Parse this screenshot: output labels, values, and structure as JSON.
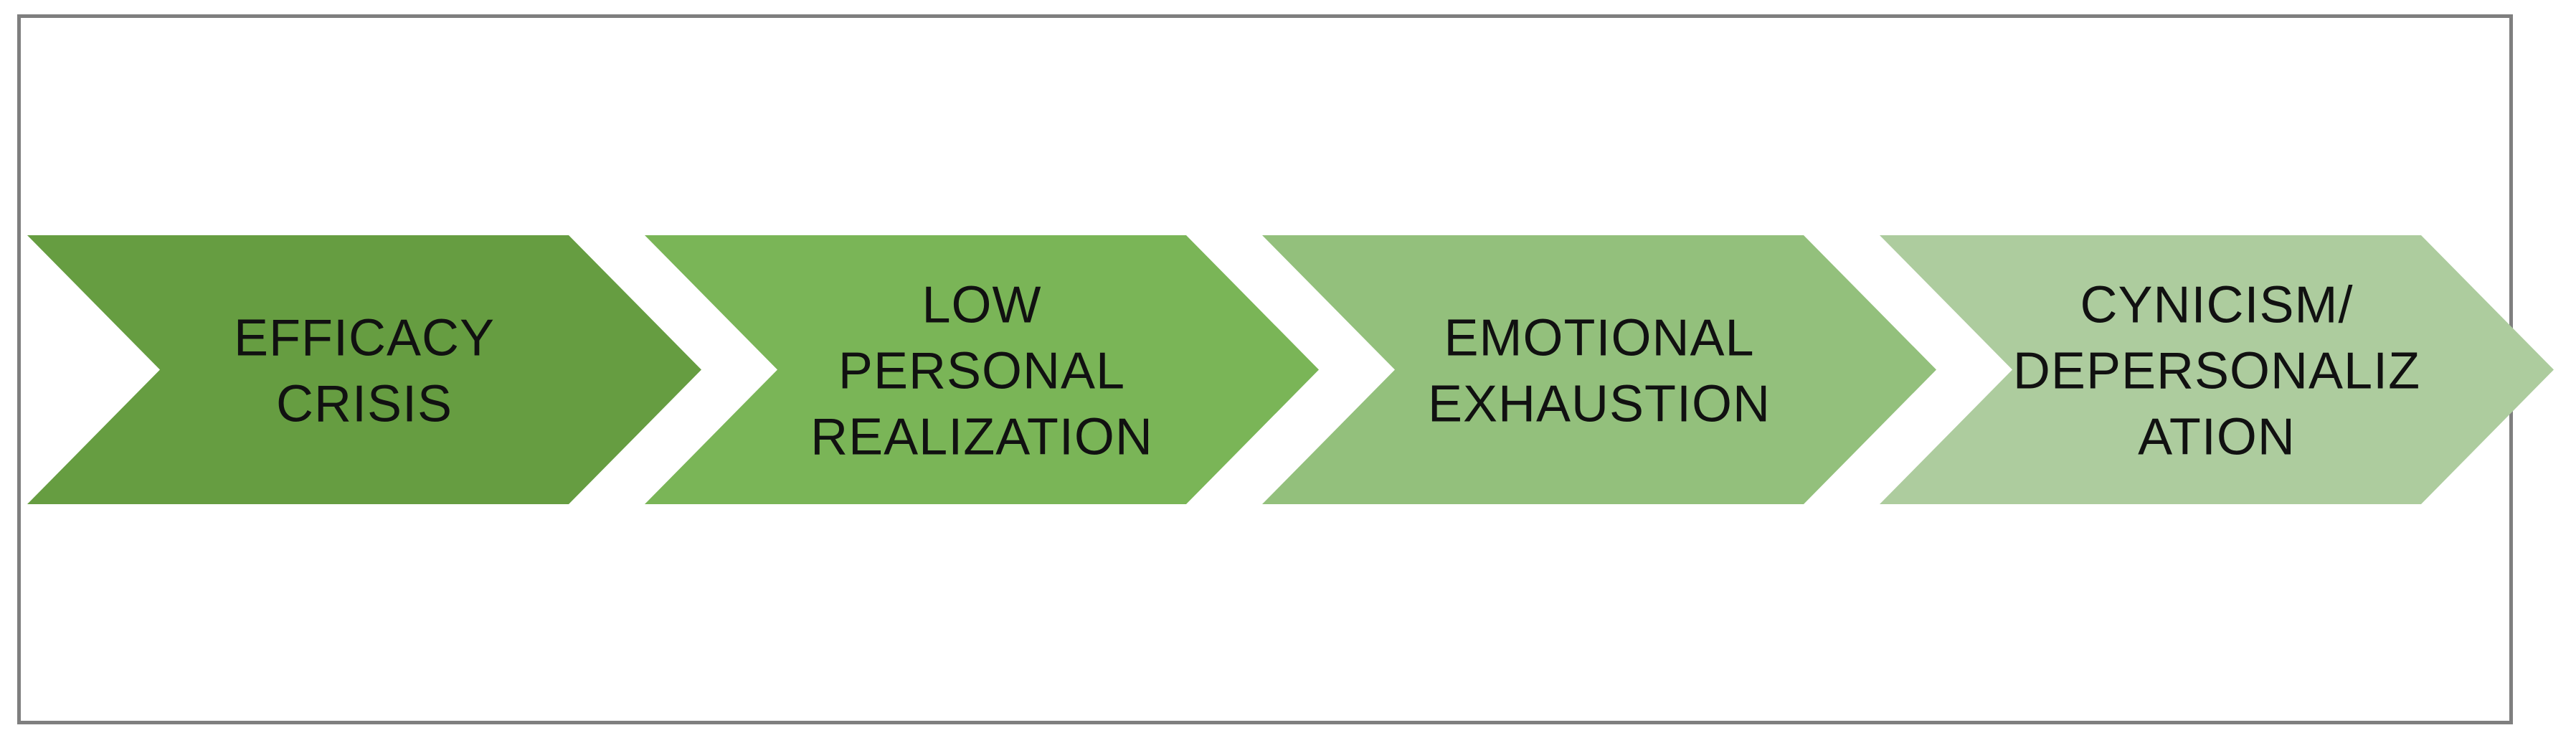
{
  "diagram": {
    "steps": [
      {
        "lines": [
          "EFFICACY",
          "CRISIS"
        ],
        "color": "#669d41"
      },
      {
        "lines": [
          "LOW",
          "PERSONAL",
          "REALIZATION"
        ],
        "color": "#7ab557"
      },
      {
        "lines": [
          "EMOTIONAL",
          "EXHAUSTION"
        ],
        "color": "#93c07c"
      },
      {
        "lines": [
          "CYNICISM/",
          "DEPERSONALIZ",
          "ATION"
        ],
        "color": "#adcc9e"
      }
    ]
  }
}
